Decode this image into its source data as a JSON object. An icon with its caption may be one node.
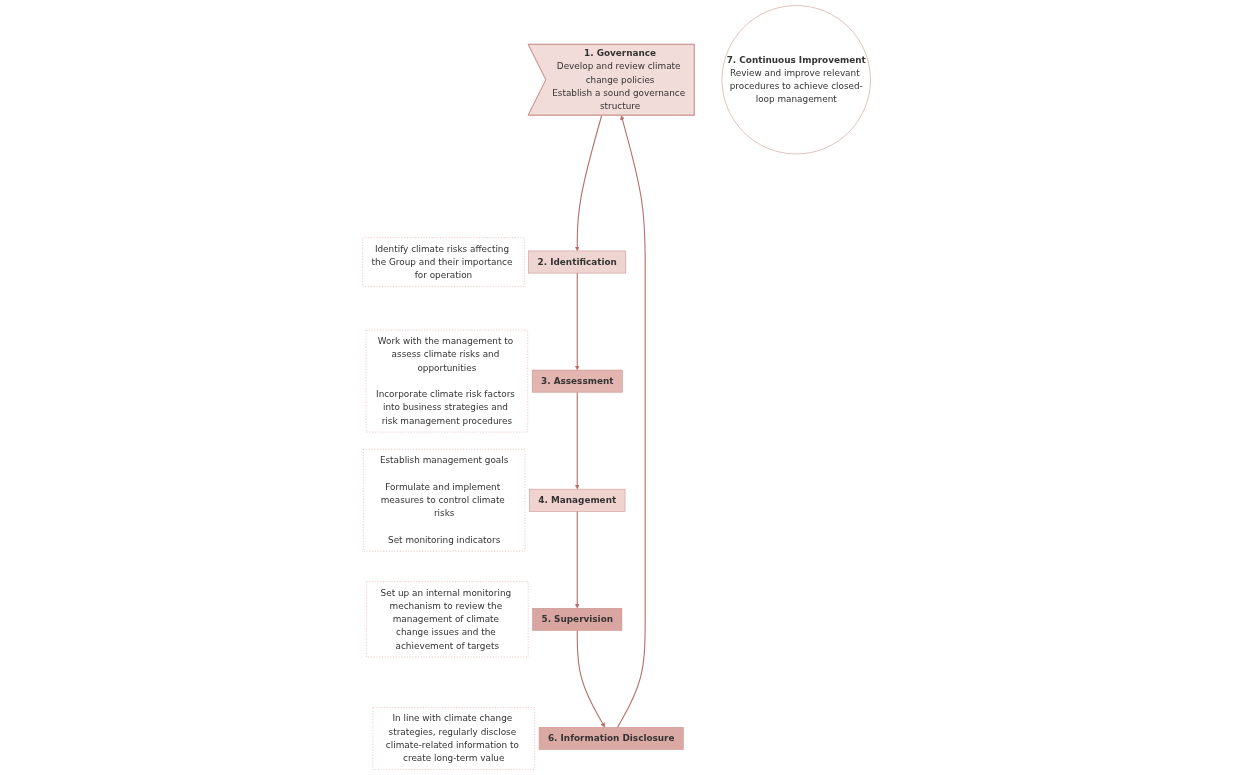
{
  "diagram": {
    "nodes": [
      {
        "text": [
          "1. Governance",
          "Develop and review climate change policies",
          "Establish a sound governance structure"
        ]
      },
      {
        "text": [
          "2. Identification"
        ],
        "beside": [
          "Identify climate risks affecting the Group and their importance for operation"
        ]
      },
      {
        "text": [
          "3. Assessment"
        ],
        "beside": [
          "Work with the management to assess climate risks and opportunities",
          "Incorporate climate risk factors into business strategies and risk management procedures"
        ]
      },
      {
        "text": [
          "4. Management"
        ],
        "beside": [
          "Establish management goals",
          "Formulate and implement measures to control climate risks",
          "Set monitoring indicators"
        ]
      },
      {
        "text": [
          "5. Supervision"
        ],
        "beside": [
          "Set up an internal monitoring mechanism to review the management of climate change issues and the achievement of targets"
        ]
      },
      {
        "text": [
          "6. Information Disclosure"
        ],
        "beside": [
          "In line with climate change strategies, regularly disclose climate-related information to create long-term value"
        ]
      },
      {
        "text": [
          "7. Continuous Improvement",
          "Review and improve relevant procedures to achieve closed-loop management"
        ]
      }
    ],
    "edges": [
      {
        "from": 0,
        "to": 1,
        "arrow": "to"
      },
      {
        "from": 1,
        "to": 2,
        "arrow": "to"
      },
      {
        "from": 2,
        "to": 3,
        "arrow": "to"
      },
      {
        "from": 3,
        "to": 4,
        "arrow": "to"
      },
      {
        "from": 4,
        "to": 5,
        "arrow": "to"
      },
      {
        "from": 5,
        "to": 0,
        "arrow": "to"
      }
    ]
  }
}
